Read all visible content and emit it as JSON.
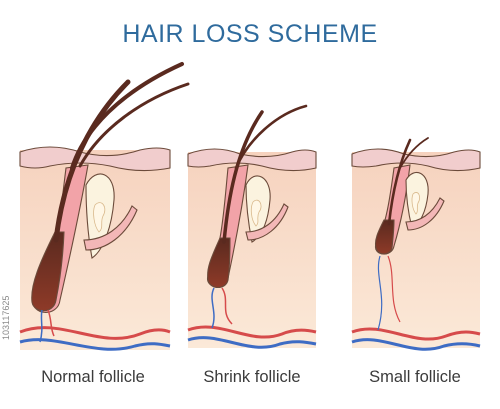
{
  "title": "HAIR LOSS SCHEME",
  "panels": [
    {
      "caption": "Normal follicle"
    },
    {
      "caption": "Shrink follicle"
    },
    {
      "caption": "Small follicle"
    }
  ],
  "stock_id": "103117625",
  "colors": {
    "title": "#2f6b9d",
    "skin_base": "#f6d7bb",
    "skin_surface": "#f3d2d0",
    "hair": "#5a2a1f",
    "bulb": "#7a2e22",
    "sheath": "#f2a3a8",
    "gland": "#fbf3df",
    "artery": "#d64b4b",
    "vein": "#3e6cc4",
    "caption": "#3b3b3b"
  }
}
